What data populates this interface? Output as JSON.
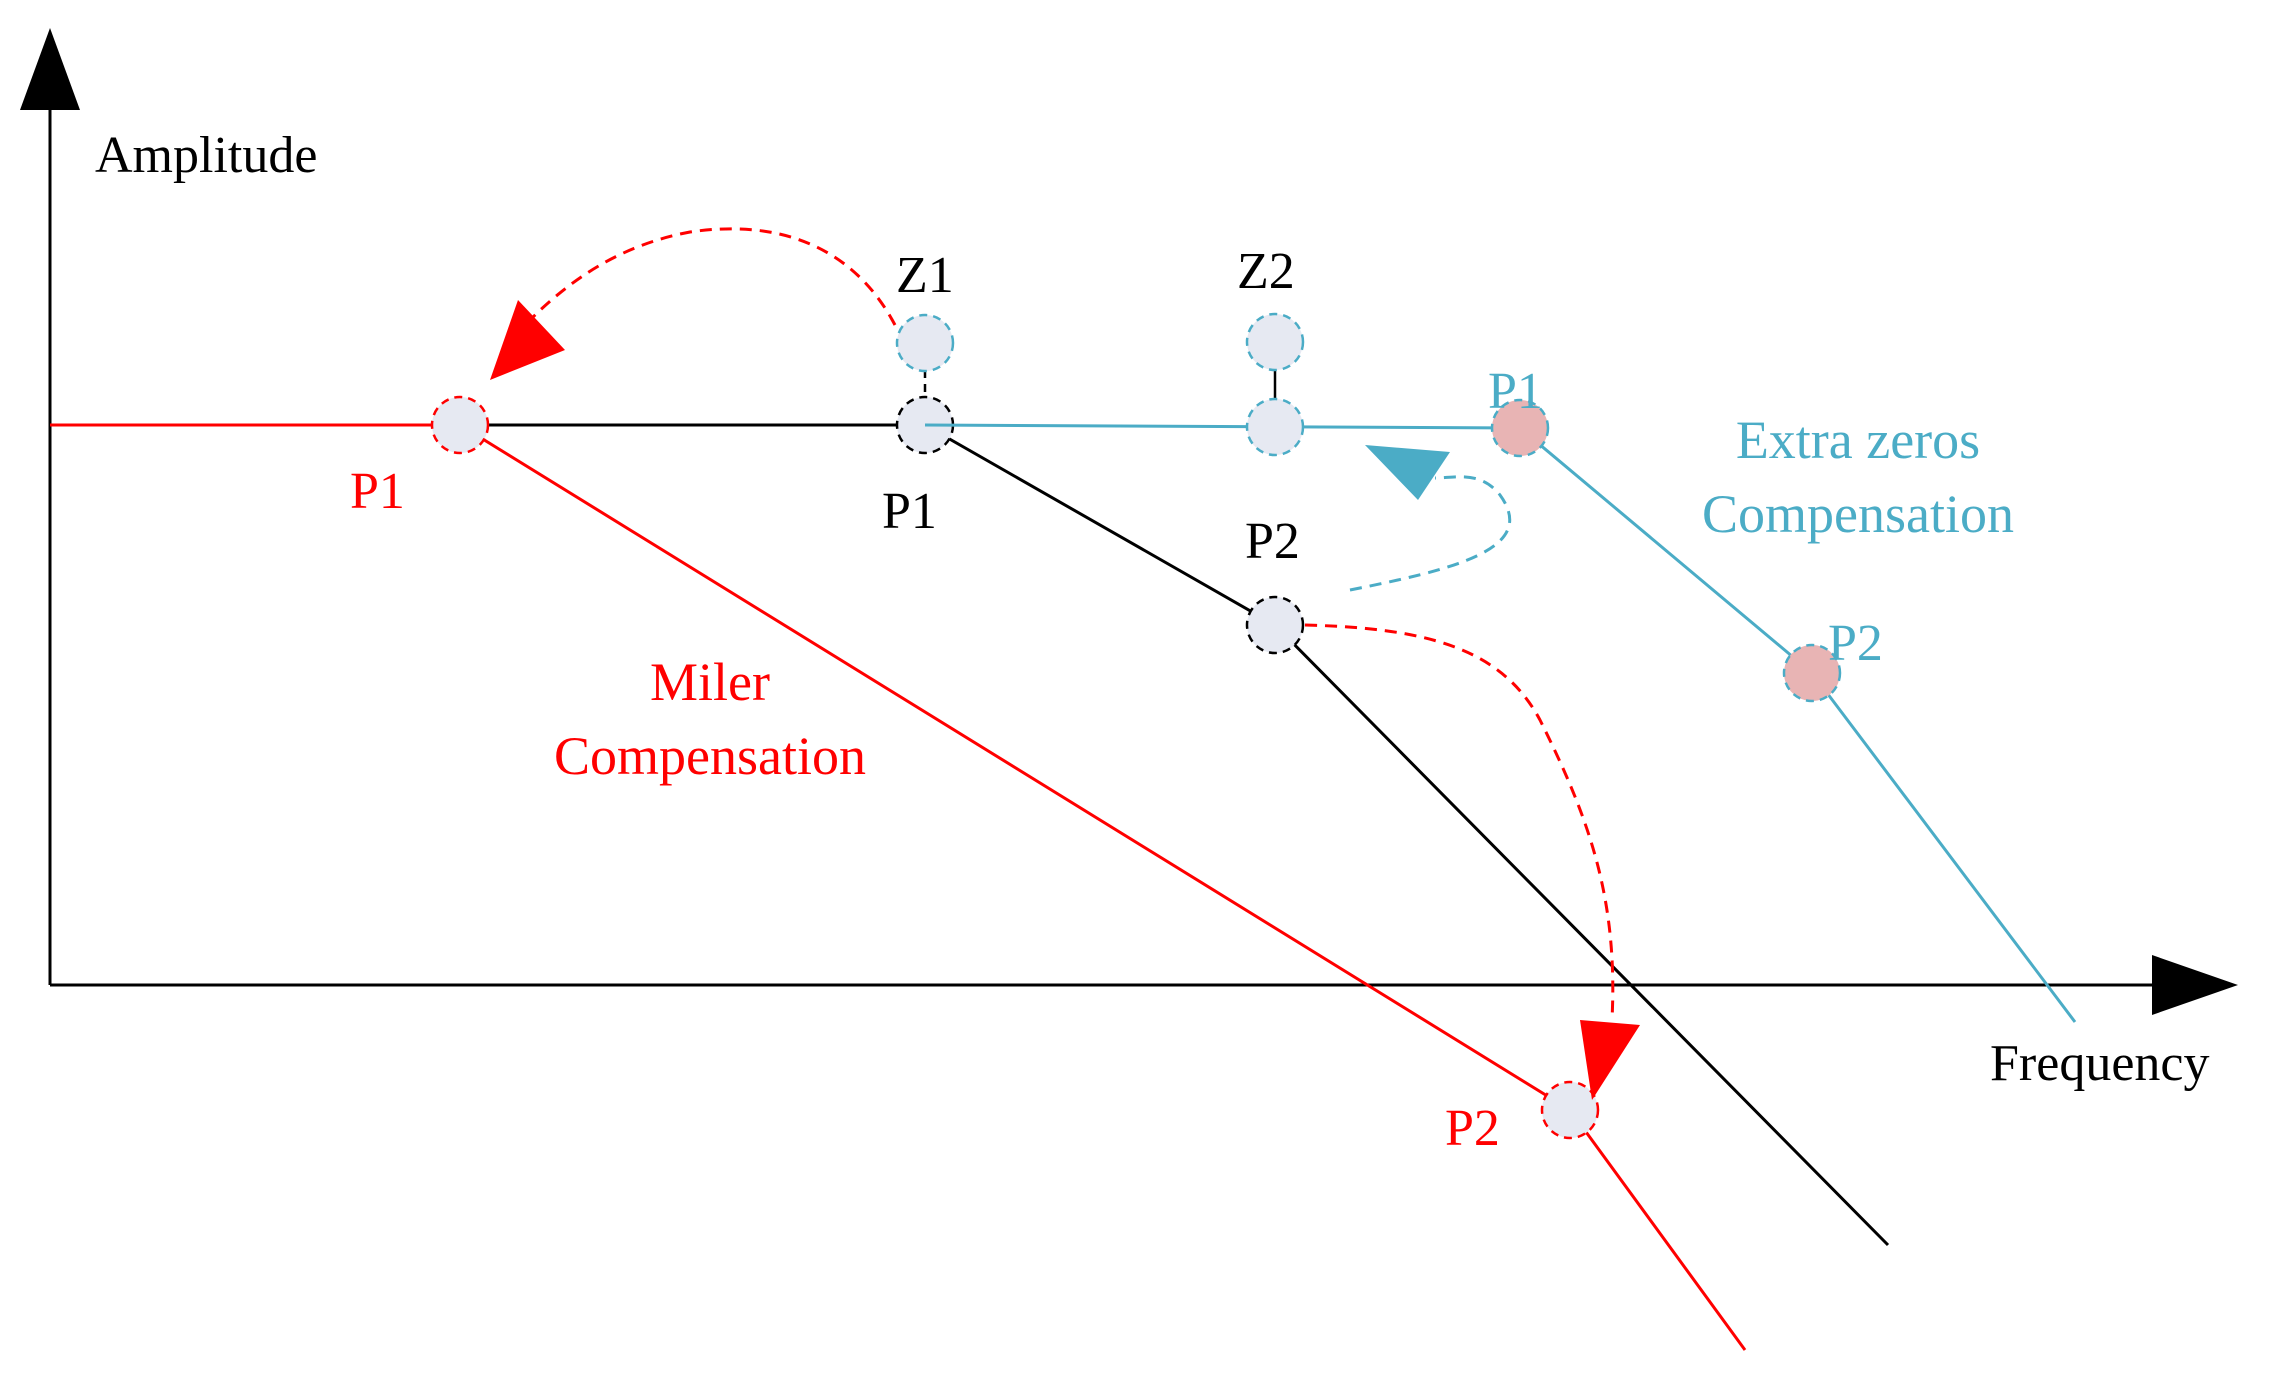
{
  "axes": {
    "y_label": "Amplitude",
    "x_label": "Frequency"
  },
  "colors": {
    "original": "#000000",
    "miller": "#ff0000",
    "extra_zeros": "#4bacc6",
    "pole_fill_light": "#e6e9f2",
    "pole_fill_pink": "#e8b4b4"
  },
  "original": {
    "p1_label": "P1",
    "p2_label": "P2",
    "z1_label": "Z1",
    "z2_label": "Z2"
  },
  "miller": {
    "title_line1": "Miler",
    "title_line2": "Compensation",
    "p1_label": "P1",
    "p2_label": "P2"
  },
  "extra_zeros": {
    "title_line1": "Extra zeros",
    "title_line2": "Compensation",
    "p1_label": "P1",
    "p2_label": "P2"
  }
}
